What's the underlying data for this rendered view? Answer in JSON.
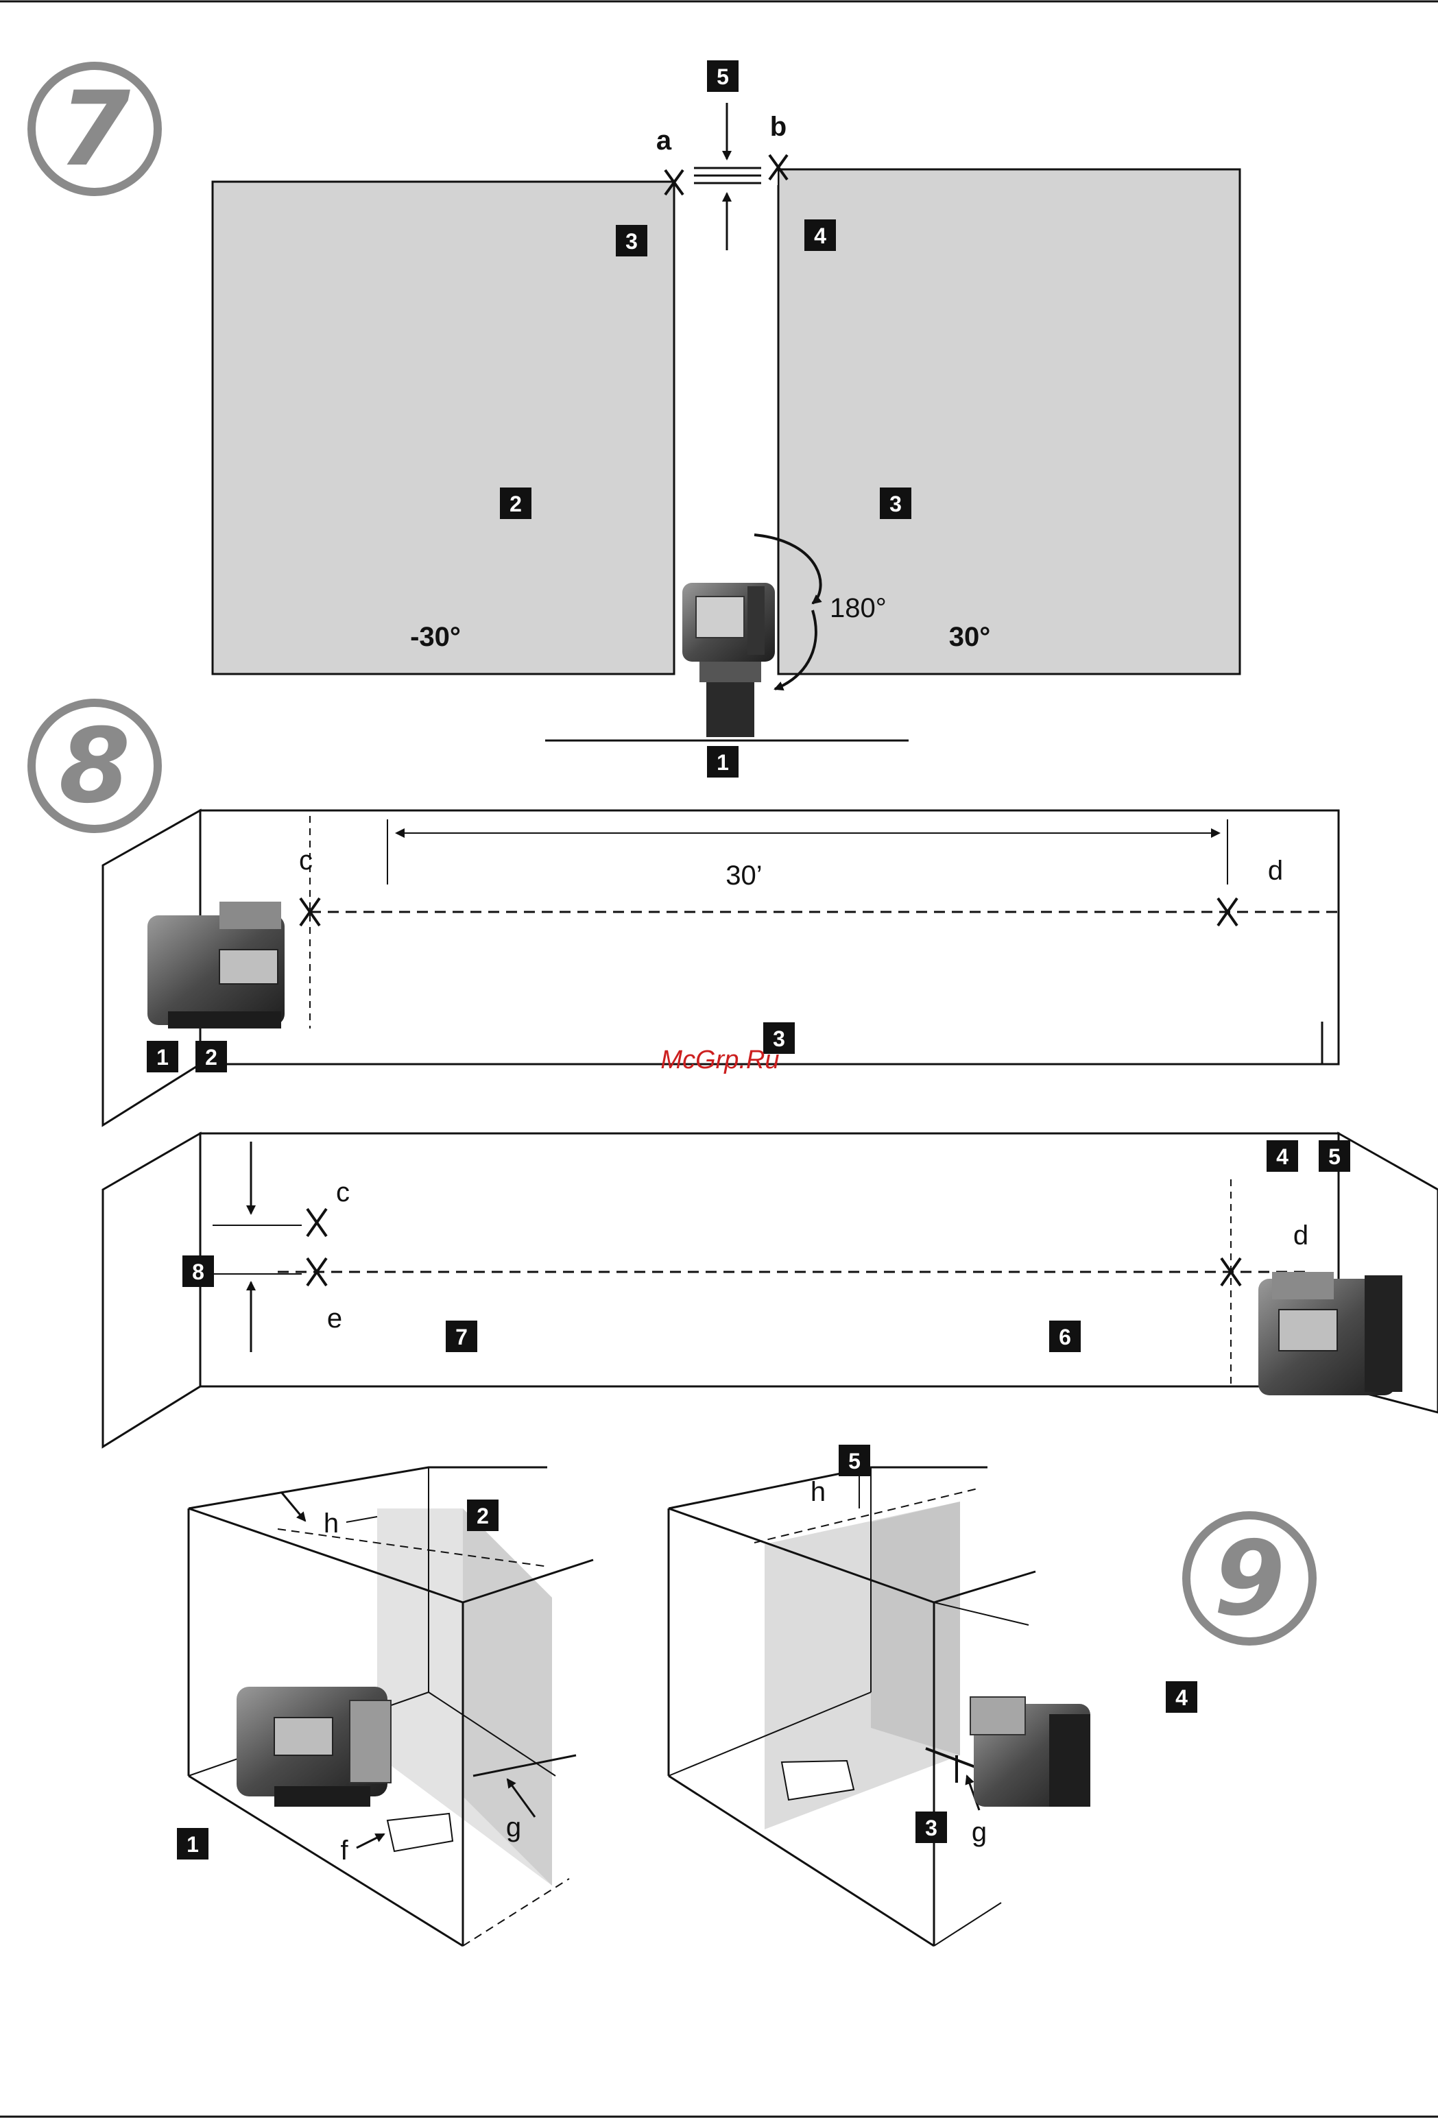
{
  "header_rule": true,
  "figures": [
    {
      "id": "fig7",
      "number": "7"
    },
    {
      "id": "fig8",
      "number": "8"
    },
    {
      "id": "fig9",
      "number": "9"
    }
  ],
  "fig7": {
    "tags": [
      "5",
      "3",
      "4",
      "2",
      "3",
      "1"
    ],
    "point_labels": {
      "a": "a",
      "b": "b"
    },
    "angle_rotation": "180°",
    "angle_left": "-30°",
    "angle_right": "30°"
  },
  "fig8": {
    "tags_top": [
      "1",
      "2",
      "3"
    ],
    "tags_bottom": [
      "4",
      "5",
      "8",
      "7",
      "6"
    ],
    "distance_label": "30’",
    "point_labels": {
      "c": "c",
      "d": "d",
      "e": "e"
    }
  },
  "fig9": {
    "tags_left": [
      "2",
      "1"
    ],
    "tags_right": [
      "5",
      "3",
      "4"
    ],
    "point_labels": {
      "h": "h",
      "f": "f",
      "g": "g"
    }
  },
  "watermark": "McGrp.Ru",
  "colors": {
    "plane_fill": "#d3d3d3",
    "tag_bg": "#111111",
    "circle": "#8a8a8a",
    "watermark": "#cc1f1f"
  }
}
